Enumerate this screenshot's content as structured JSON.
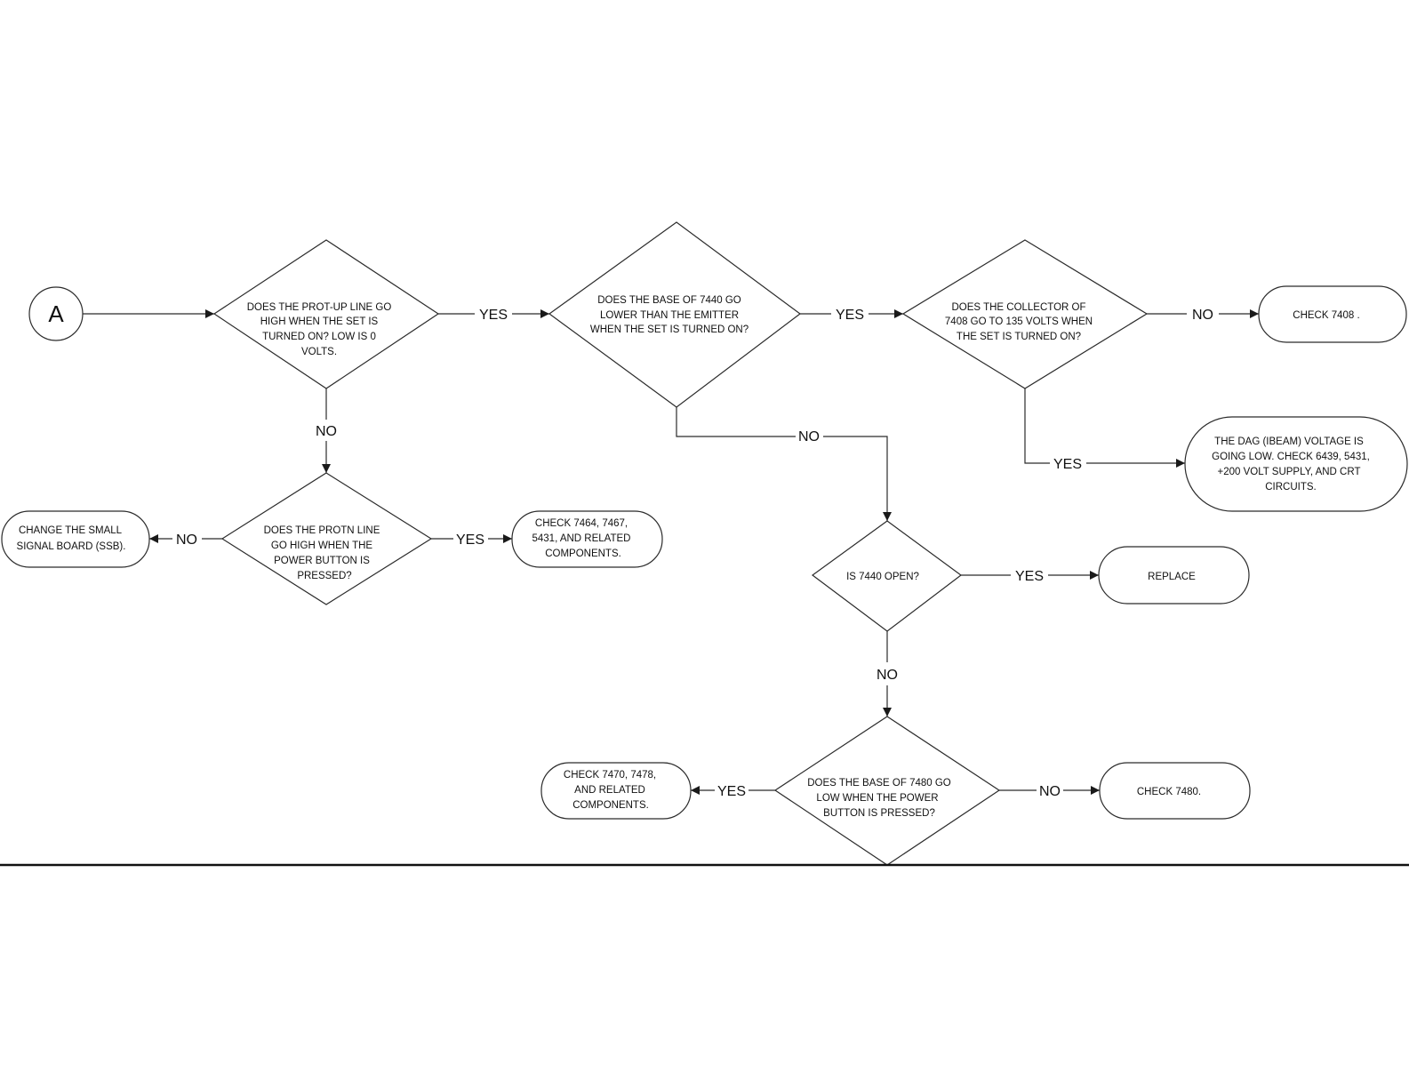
{
  "nodes": {
    "start": "A",
    "q_prot_up": [
      "DOES THE PROT-UP LINE GO",
      "HIGH WHEN THE SET IS",
      "TURNED ON?  LOW IS 0",
      "VOLTS."
    ],
    "q_base_7440": [
      "DOES THE BASE OF 7440 GO",
      "LOWER THAN THE EMITTER",
      "WHEN THE SET IS TURNED ON?"
    ],
    "q_collector_7408": [
      "DOES THE COLLECTOR OF",
      "7408 GO TO 135 VOLTS WHEN",
      "THE SET IS TURNED ON?"
    ],
    "check_7408": [
      "CHECK 7408 ."
    ],
    "dag_voltage": [
      "THE DAG (IBEAM) VOLTAGE IS",
      "GOING  LOW.  CHECK 6439, 5431,",
      "+200 VOLT SUPPLY, AND CRT",
      "CIRCUITS."
    ],
    "change_ssb": [
      "CHANGE THE SMALL",
      "SIGNAL BOARD (SSB)."
    ],
    "q_protn": [
      "DOES THE PROTN LINE",
      "GO HIGH WHEN THE",
      "POWER BUTTON IS",
      "PRESSED?"
    ],
    "check_7464": [
      "CHECK 7464, 7467,",
      "5431, AND RELATED",
      "COMPONENTS."
    ],
    "q_7440_open": [
      "IS 7440 OPEN?"
    ],
    "replace": [
      "REPLACE"
    ],
    "check_7470": [
      "CHECK 7470, 7478,",
      "AND RELATED",
      "COMPONENTS."
    ],
    "q_base_7480": [
      "DOES THE BASE OF 7480 GO",
      "LOW WHEN THE POWER",
      "BUTTON IS PRESSED?"
    ],
    "check_7480": [
      "CHECK 7480."
    ]
  },
  "edge_labels": {
    "prot_up_yes": "YES",
    "prot_up_no": "NO",
    "base_7440_yes": "YES",
    "base_7440_no": "NO",
    "collector_no": "NO",
    "collector_yes": "YES",
    "protn_no": "NO",
    "protn_yes": "YES",
    "open_yes": "YES",
    "open_no": "NO",
    "base_7480_yes": "YES",
    "base_7480_no": "NO"
  },
  "colors": {
    "line": "#2b2b2b",
    "text": "#111111",
    "background": "#ffffff"
  }
}
